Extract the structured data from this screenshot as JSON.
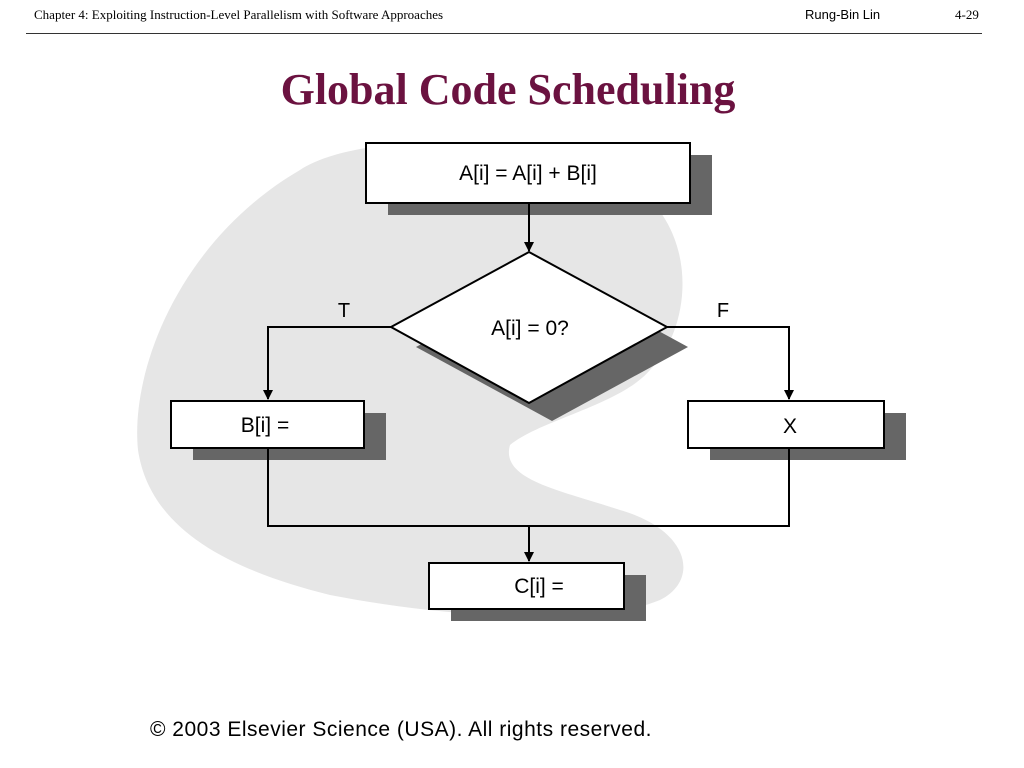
{
  "header": {
    "chapter": "Chapter 4: Exploiting Instruction-Level Parallelism with Software Approaches",
    "author": "Rung-Bin Lin",
    "page": "4-29"
  },
  "title": "Global Code Scheduling",
  "flowchart": {
    "top_box": "A[i] = A[i] + B[i]",
    "decision": "A[i] = 0?",
    "true_label": "T",
    "false_label": "F",
    "true_box": "B[i] =",
    "false_box": "X",
    "bottom_box": "C[i] ="
  },
  "footer": {
    "copyright": "© 2003 Elsevier Science (USA). All rights reserved."
  },
  "colors": {
    "title": "#6b1240",
    "shadow": "#666666",
    "background_blob": "#e6e6e6"
  }
}
